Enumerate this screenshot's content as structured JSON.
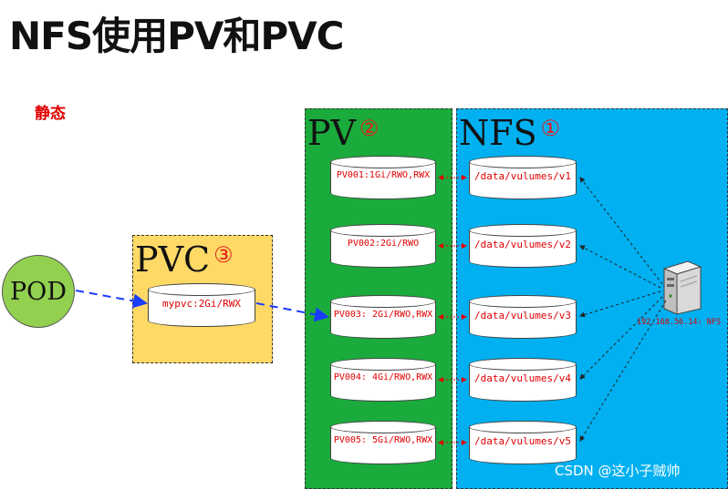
{
  "header": {
    "title": "NFS使用PV和PVC",
    "subtitle": "静态"
  },
  "pod": {
    "label": "POD"
  },
  "pvc": {
    "label": "PVC",
    "number": "③",
    "claim": "mypvc:2Gi/RWX"
  },
  "pv": {
    "label": "PV",
    "number": "②",
    "volumes": [
      {
        "label": "PV001:1Gi/RWO,RWX"
      },
      {
        "label": "PV002:2Gi/RWO"
      },
      {
        "label": "PV003: 2Gi/RWO,RWX"
      },
      {
        "label": "PV004: 4Gi/RWO,RWX"
      },
      {
        "label": "PV005: 5Gi/RWO,RWX"
      }
    ]
  },
  "nfs": {
    "label": "NFS",
    "number": "①",
    "exports": [
      {
        "path": "/data/vulumes/v1"
      },
      {
        "path": "/data/vulumes/v2"
      },
      {
        "path": "/data/vulumes/v3"
      },
      {
        "path": "/data/vulumes/v4"
      },
      {
        "path": "/data/vulumes/v5"
      }
    ],
    "server_label": "192.168.56.14: NFS"
  },
  "watermark": "CSDN @这小子贼帅",
  "colors": {
    "pod": "#92d050",
    "pvc_panel": "#ffd966",
    "pv_panel": "#1aab3c",
    "nfs_panel": "#00b0f0",
    "binding_arrow": "#1a3cff",
    "link_arrow": "#e00000",
    "text_red": "#e00000"
  }
}
